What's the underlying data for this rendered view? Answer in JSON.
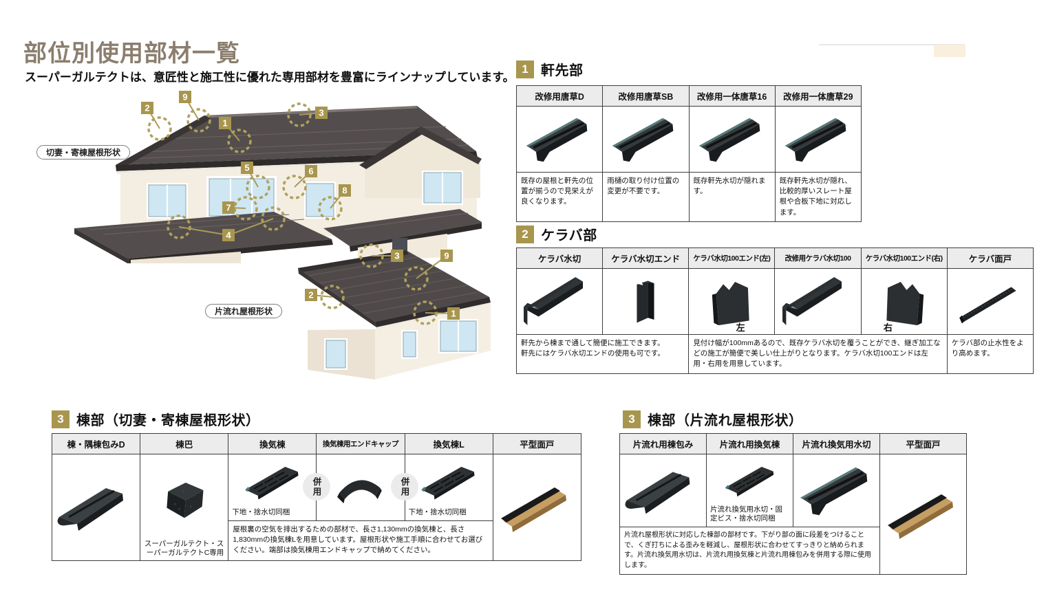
{
  "page": {
    "title": "部位別使用部材一覧",
    "subtitle": "スーパーガルテクトは、意匠性と施工性に優れた専用部材を豊富にラインナップしています。"
  },
  "colors": {
    "accent_gold": "#a8964e",
    "title_brown": "#8b7e6e",
    "table_header_gray": "#ececec",
    "product_dark": "#26292b",
    "wood_tan": "#c79e62"
  },
  "houses": [
    {
      "label": "切妻・寄棟屋根形状",
      "markers": [
        {
          "n": "1",
          "s": [
            268,
            42
          ],
          "c": [
            [
              298,
              77
            ]
          ]
        },
        {
          "n": "2",
          "s": [
            155,
            20
          ],
          "c": [
            [
              182,
              59
            ]
          ]
        },
        {
          "n": "3",
          "s": [
            408,
            27
          ],
          "c": [
            [
              385,
              39
            ]
          ]
        },
        {
          "n": "4",
          "s": [
            273,
            205
          ],
          "c": [
            [
              210,
              202
            ],
            [
              347,
              190
            ]
          ]
        },
        {
          "n": "5",
          "s": [
            300,
            107
          ],
          "c": [
            [
              325,
              144
            ]
          ]
        },
        {
          "n": "6",
          "s": [
            393,
            112
          ],
          "c": [
            [
              378,
              144
            ]
          ]
        },
        {
          "n": "7",
          "s": [
            273,
            165
          ],
          "c": [
            [
              307,
              175
            ]
          ]
        },
        {
          "n": "8",
          "s": [
            442,
            140
          ],
          "c": [
            [
              430,
              175
            ]
          ]
        },
        {
          "n": "9",
          "s": [
            210,
            4
          ],
          "c": [
            [
              239,
              47
            ]
          ]
        }
      ]
    },
    {
      "label": "片流れ屋根形状",
      "markers": [
        {
          "n": "1",
          "s": [
            355,
            95
          ],
          "c": [
            [
              323,
              103
            ]
          ]
        },
        {
          "n": "2",
          "s": [
            148,
            68
          ],
          "c": [
            [
              188,
              80
            ]
          ]
        },
        {
          "n": "3",
          "s": [
            273,
            11
          ],
          "c": [
            [
              245,
              20
            ]
          ]
        },
        {
          "n": "9",
          "s": [
            345,
            11
          ],
          "c": [
            [
              310,
              53
            ]
          ]
        }
      ]
    }
  ],
  "sections": [
    {
      "num": "1",
      "title": "軒先部",
      "columns": [
        {
          "name": "改修用唐草D",
          "desc": "既存の屋根と軒先の位置が揃うので見栄えが良くなります。"
        },
        {
          "name": "改修用唐草SB",
          "desc": "雨樋の取り付け位置の変更が不要です。"
        },
        {
          "name": "改修用一体唐草16",
          "desc": "既存軒先水切が隠れます。"
        },
        {
          "name": "改修用一体唐草29",
          "desc": "既存軒先水切が隠れ、比較的厚いスレート屋根や合板下地に対応します。"
        }
      ]
    },
    {
      "num": "2",
      "title": "ケラバ部",
      "columns": [
        {
          "name": "ケラバ水切"
        },
        {
          "name": "ケラバ水切エンド"
        },
        {
          "name": "ケラバ水切100エンド(左)",
          "side": "左"
        },
        {
          "name": "改修用ケラバ水切100"
        },
        {
          "name": "ケラバ水切100エンド(右)",
          "side": "右"
        },
        {
          "name": "ケラバ面戸"
        }
      ],
      "descs": [
        "軒先から棟まで通して簡便に施工できます。\n軒先にはケラバ水切エンドの使用も可です。",
        "見付け幅が100mmあるので、既存ケラバ水切を覆うことができ、継ぎ加工などの施工が簡便で美しい仕上がりとなります。ケラバ水切100エンドは左用・右用を用意しています。",
        "ケラバ部の止水性をより高めます。"
      ]
    },
    {
      "num": "3",
      "title": "棟部（切妻・寄棟屋根形状）",
      "combined_use_label": "併用",
      "columns": [
        {
          "name": "棟・隅棟包みD"
        },
        {
          "name": "棟巴",
          "note": "スーパーガルテクト・スーパーガルテクトC専用"
        },
        {
          "name": "換気棟",
          "note": "下地・捨水切同梱"
        },
        {
          "name": "換気棟用エンドキャップ"
        },
        {
          "name": "換気棟L",
          "note": "下地・捨水切同梱"
        },
        {
          "name": "平型面戸"
        }
      ],
      "desc": "屋根裏の空気を排出するための部材で、長さ1,130mmの換気棟と、長さ1,830mmの換気棟Lを用意しています。屋根形状や施工手順に合わせてお選びください。端部は換気棟用エンドキャップで納めてください。"
    },
    {
      "num": "3",
      "title": "棟部（片流れ屋根形状）",
      "columns": [
        {
          "name": "片流れ用棟包み"
        },
        {
          "name": "片流れ用換気棟",
          "note": "片流れ換気用水切・固定ビス・捨水切同梱"
        },
        {
          "name": "片流れ換気用水切"
        },
        {
          "name": "平型面戸"
        }
      ],
      "desc": "片流れ屋根形状に対応した棟部の部材です。下がり部の面に段差をつけることで、くぎ打ちによる歪みを軽減し、屋根形状に合わせてすっきりと納められます。片流れ換気用水切は、片流れ用換気棟と片流れ用棟包みを併用する際に使用します。"
    }
  ]
}
